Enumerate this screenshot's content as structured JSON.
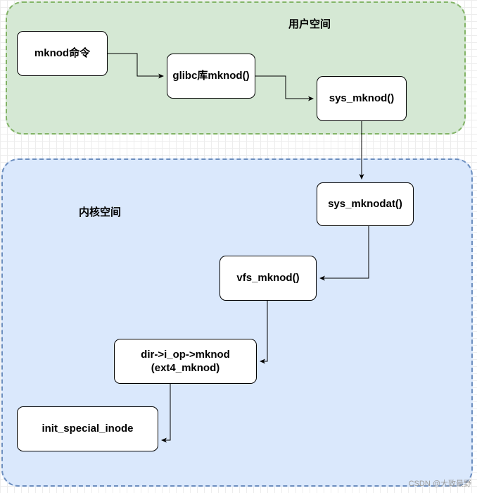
{
  "regions": {
    "user_space": "用户空间",
    "kernel_space": "内核空间"
  },
  "nodes": {
    "mknod_cmd": "mknod命令",
    "glibc_mknod": "glibc库mknod()",
    "sys_mknod": "sys_mknod()",
    "sys_mknodat": "sys_mknodat()",
    "vfs_mknod": "vfs_mknod()",
    "dir_iop_mknod_line1": "dir->i_op->mknod",
    "dir_iop_mknod_line2": "(ext4_mknod)",
    "init_special_inode": "init_special_inode"
  },
  "watermark": "CSDN @大致最野"
}
